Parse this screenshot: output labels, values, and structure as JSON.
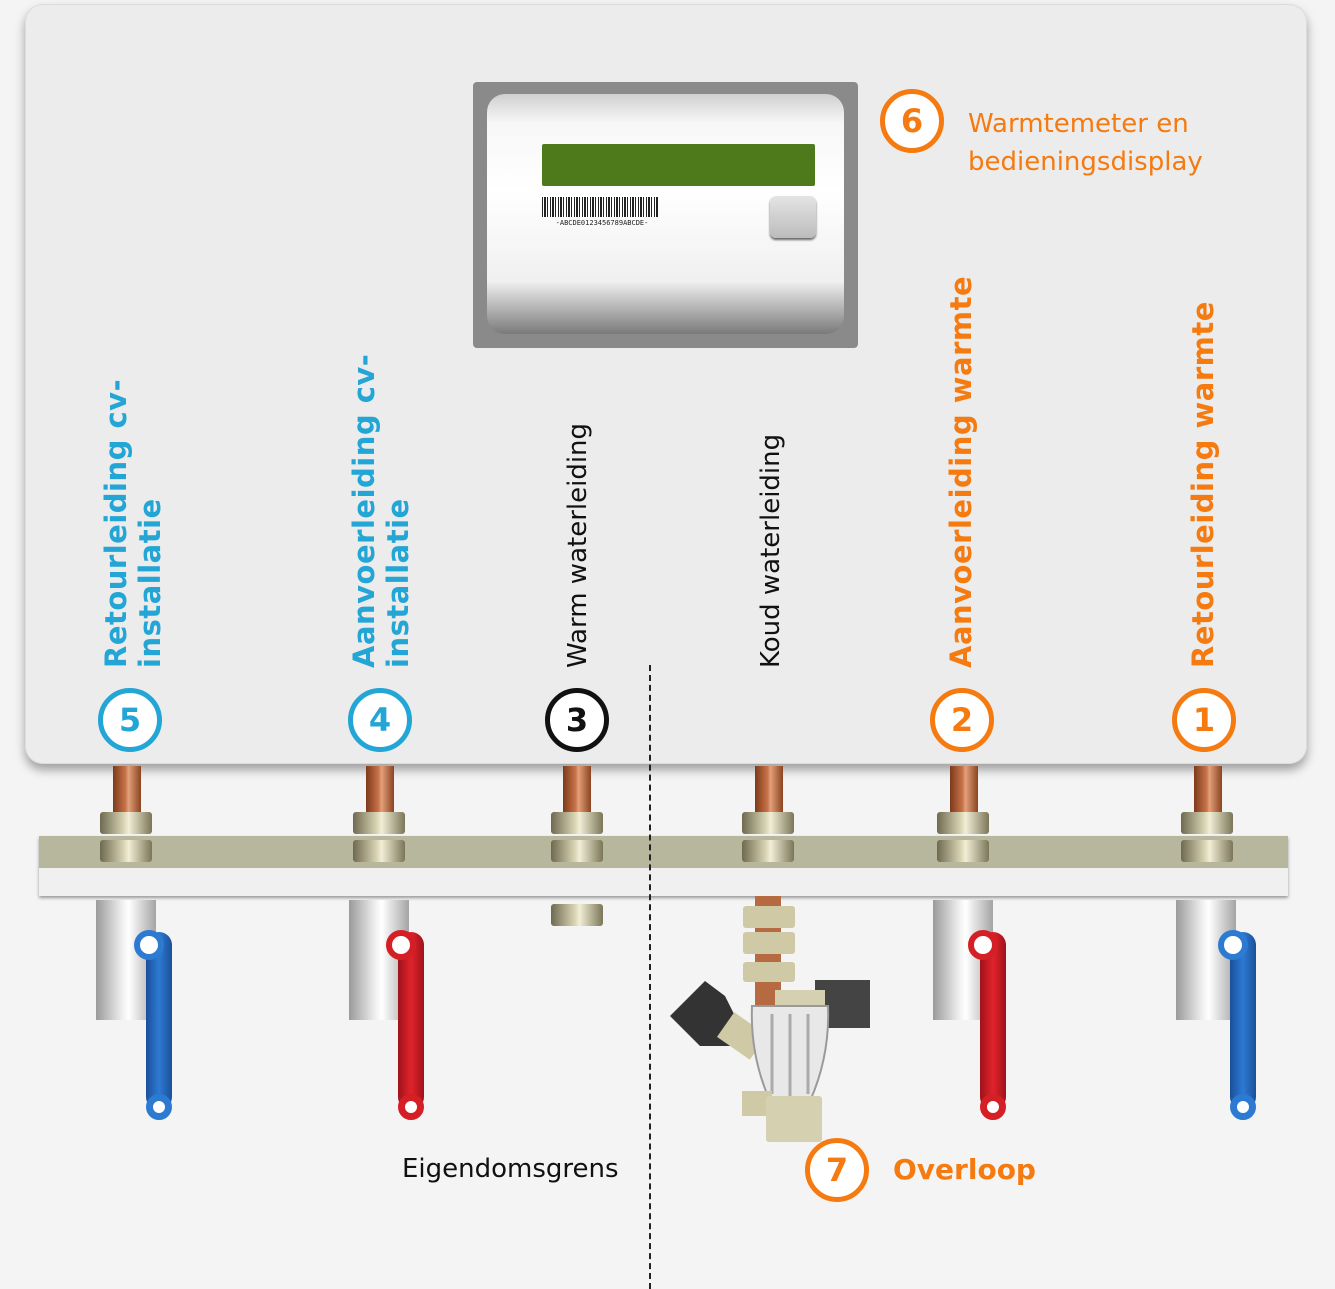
{
  "meter": {
    "barcode_text": "-ABCDE0123456789ABCDE-",
    "lcd_color": "#4e7a1c"
  },
  "callouts": [
    {
      "number": "5",
      "label": "Retourleiding cv-installatie",
      "color": "#23a6d5"
    },
    {
      "number": "4",
      "label": "Aanvoerleiding cv-installatie",
      "color": "#23a6d5"
    },
    {
      "number": "3",
      "label": "Warm waterleiding",
      "color": "#111111"
    },
    {
      "number": "2",
      "label": "Aanvoerleiding warmte",
      "color": "#f57a10"
    },
    {
      "number": "1",
      "label": "Retourleiding warmte",
      "color": "#f57a10"
    }
  ],
  "label_cv_return_line1": "Retourleiding cv-",
  "label_cv_return_line2": "installatie",
  "label_cv_supply_line1": "Aanvoerleiding cv-",
  "label_cv_supply_line2": "installatie",
  "label_warm_water": "Warm waterleiding",
  "label_cold_water": "Koud waterleiding",
  "label_heat_supply": "Aanvoerleiding warmte",
  "label_heat_return": "Retourleiding warmte",
  "number_5": "5",
  "number_4": "4",
  "number_3": "3",
  "number_2": "2",
  "number_1": "1",
  "number_6": "6",
  "number_7": "7",
  "label_6_line1": "Warmtemeter en",
  "label_6_line2": "bedieningsdisplay",
  "label_7": "Overloop",
  "label_boundary": "Eigendomsgrens",
  "colors": {
    "blue": "#23a6d5",
    "orange": "#f57a10",
    "valve_blue": "#2d7ad2",
    "valve_red": "#d51f26"
  }
}
